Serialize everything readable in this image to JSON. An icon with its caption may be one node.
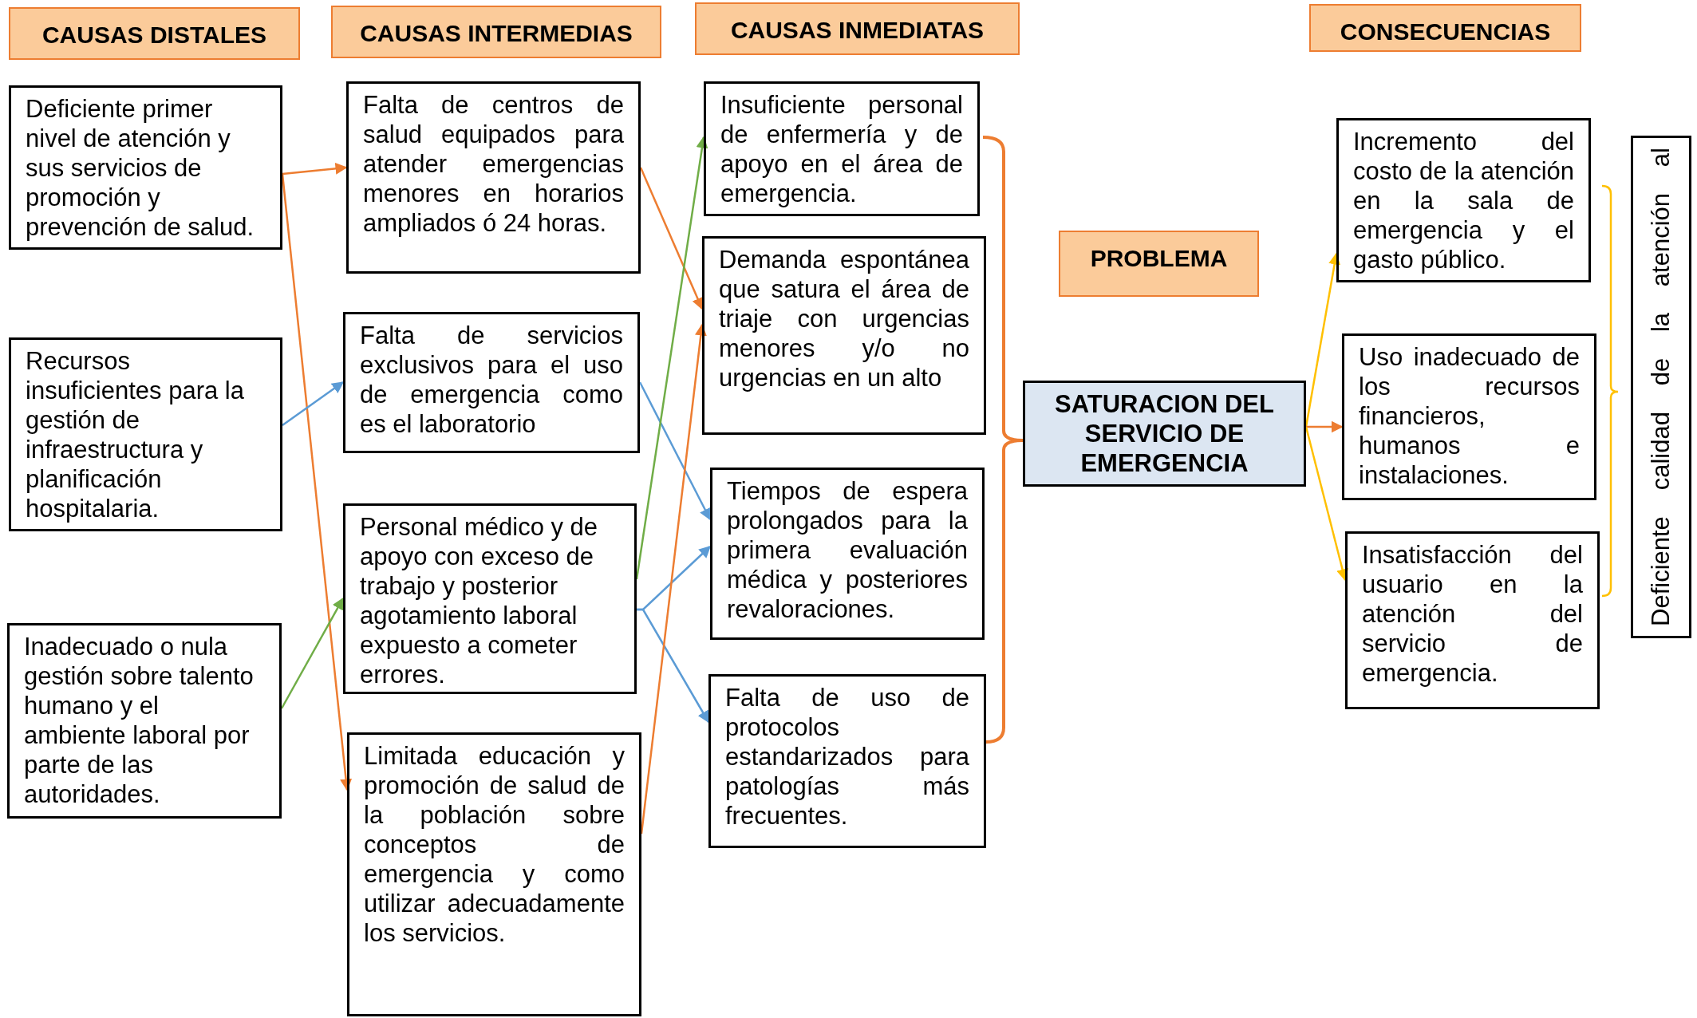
{
  "diagram": {
    "nodes": [
      {
        "text": [
          "CAUSAS DISTALES"
        ]
      },
      {
        "text": [
          "CAUSAS INTERMEDIAS"
        ]
      },
      {
        "text": [
          "CAUSAS INMEDIATAS"
        ]
      },
      {
        "text": [
          "CONSECUENCIAS"
        ]
      },
      {
        "text": [
          "PROBLEMA"
        ]
      },
      {
        "text": [
          "Deficiente primer nivel de atención y sus servicios de promoción y prevención de salud."
        ]
      },
      {
        "text": [
          "Recursos insuficientes para la gestión de infraestructura y planificación hospitalaria."
        ]
      },
      {
        "text": [
          "Inadecuado o nula gestión sobre talento humano y el ambiente laboral por parte de las autoridades."
        ]
      },
      {
        "text": [
          "Falta de centros de salud equipados para atender emergencias menores en horarios ampliados ó 24 horas."
        ]
      },
      {
        "text": [
          "Falta de servicios exclusivos para el uso de emergencia como es el laboratorio"
        ]
      },
      {
        "text": [
          "Personal médico y de apoyo con exceso de trabajo y posterior agotamiento laboral expuesto a cometer errores."
        ]
      },
      {
        "text": [
          "Limitada educación y promoción de salud de la población sobre conceptos de emergencia y como utilizar adecuadamente los servicios."
        ]
      },
      {
        "text": [
          "Insuficiente personal de enfermería y de apoyo en el área de emergencia."
        ]
      },
      {
        "text": [
          "Demanda espontánea que satura el área de triaje con urgencias menores y/o no urgencias en un alto"
        ]
      },
      {
        "text": [
          "Tiempos de espera prolongados para la primera evaluación médica y posteriores revaloraciones."
        ]
      },
      {
        "text": [
          "Falta de uso de protocolos estandarizados para patologías más frecuentes."
        ]
      },
      {
        "text": [
          "SATURACION DEL SERVICIO DE EMERGENCIA"
        ]
      },
      {
        "text": [
          "Incremento del costo de la atención en la sala de emergencia y el gasto público."
        ]
      },
      {
        "text": [
          "Uso inadecuado de los recursos financieros, humanos e instalaciones."
        ]
      },
      {
        "text": [
          "Insatisfacción del usuario en la atención del servicio de emergencia."
        ]
      },
      {
        "text": [
          "Deficiente calidad de la atención al"
        ]
      }
    ],
    "edges": [
      {
        "from": 5,
        "to": 8,
        "arrow": "to",
        "color": "#ed7d31"
      },
      {
        "from": 5,
        "to": 11,
        "arrow": "to",
        "color": "#ed7d31"
      },
      {
        "from": 6,
        "to": 9,
        "arrow": "to",
        "color": "#5b9bd5"
      },
      {
        "from": 7,
        "to": 10,
        "arrow": "to",
        "color": "#70ad47"
      },
      {
        "from": 8,
        "to": 13,
        "arrow": "to",
        "color": "#ed7d31"
      },
      {
        "from": 9,
        "to": 14,
        "arrow": "to",
        "color": "#5b9bd5"
      },
      {
        "from": 10,
        "to": 12,
        "arrow": "to",
        "color": "#70ad47"
      },
      {
        "from": 10,
        "to": 14,
        "arrow": "to",
        "color": "#5b9bd5"
      },
      {
        "from": 10,
        "to": 15,
        "arrow": "to",
        "color": "#5b9bd5"
      },
      {
        "from": 11,
        "to": 13,
        "arrow": "to",
        "color": "#ed7d31"
      },
      {
        "from": 16,
        "to": 17,
        "arrow": "to",
        "color": "#ffc000"
      },
      {
        "from": 16,
        "to": 18,
        "arrow": "to",
        "color": "#ed7d31"
      },
      {
        "from": 16,
        "to": 19,
        "arrow": "to",
        "color": "#ffc000"
      }
    ]
  }
}
